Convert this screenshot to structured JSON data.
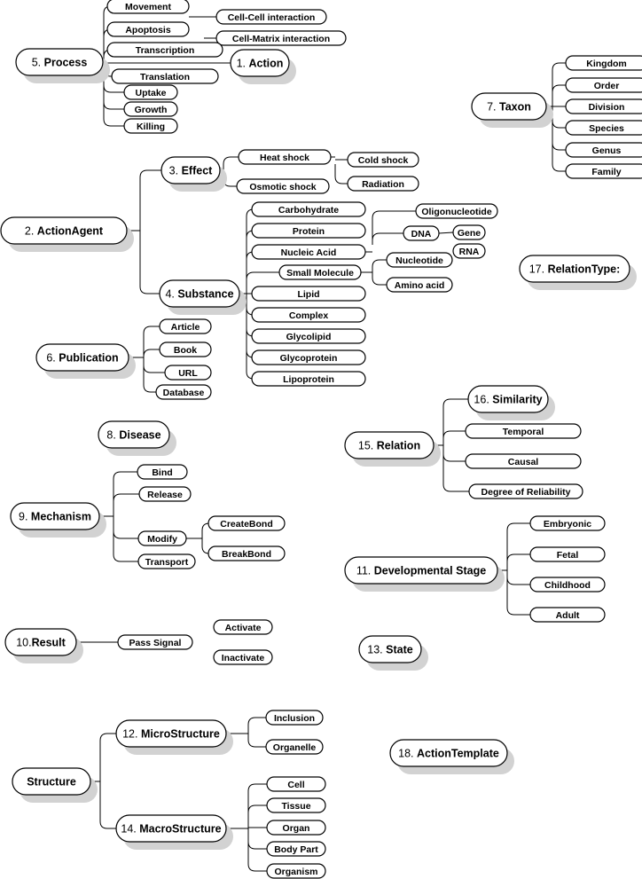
{
  "nodes": {
    "process": {
      "num": "5.",
      "text": "Process"
    },
    "action": {
      "num": "1.",
      "text": "Action"
    },
    "taxon": {
      "num": "7.",
      "text": "Taxon"
    },
    "action_agent": {
      "num": "2.",
      "text": "ActionAgent"
    },
    "effect": {
      "num": "3.",
      "text": "Effect"
    },
    "substance": {
      "num": "4.",
      "text": "Substance"
    },
    "relation_type": {
      "num": "17.",
      "text": "RelationType:"
    },
    "publication": {
      "num": "6.",
      "text": "Publication"
    },
    "disease": {
      "num": "8.",
      "text": "Disease"
    },
    "similarity": {
      "num": "16.",
      "text": "Similarity"
    },
    "relation": {
      "num": "15.",
      "text": "Relation"
    },
    "mechanism": {
      "num": "9.",
      "text": "Mechanism"
    },
    "dev_stage": {
      "num": "11.",
      "text": "Developmental Stage"
    },
    "result": {
      "num": "10.",
      "text": "Result"
    },
    "state": {
      "num": "13.",
      "text": "State"
    },
    "microstructure": {
      "num": "12.",
      "text": "MicroStructure"
    },
    "action_template": {
      "num": "18.",
      "text": "ActionTemplate"
    },
    "structure": {
      "num": "",
      "text": "Structure"
    },
    "macrostructure": {
      "num": "14.",
      "text": "MacroStructure"
    }
  },
  "leaves": {
    "movement": "Movement",
    "cell_cell": "Cell-Cell interaction",
    "apoptosis": "Apoptosis",
    "cell_matrix": "Cell-Matrix interaction",
    "transcription": "Transcription",
    "translation": "Translation",
    "uptake": "Uptake",
    "growth": "Growth",
    "killing": "Killing",
    "kingdom": "Kingdom",
    "order": "Order",
    "division": "Division",
    "species": "Species",
    "genus": "Genus",
    "family": "Family",
    "heat_shock": "Heat shock",
    "osmotic_shock": "Osmotic shock",
    "cold_shock": "Cold shock",
    "radiation": "Radiation",
    "carbohydrate": "Carbohydrate",
    "protein": "Protein",
    "nucleic_acid": "Nucleic Acid",
    "small_molecule": "Small Molecule",
    "lipid": "Lipid",
    "complex": "Complex",
    "glycolipid": "Glycolipid",
    "glycoprotein": "Glycoprotein",
    "lipoprotein": "Lipoprotein",
    "oligonucleotide": "Oligonucleotide",
    "dna": "DNA",
    "gene": "Gene",
    "rna": "RNA",
    "nucleotide": "Nucleotide",
    "amino_acid": "Amino acid",
    "article": "Article",
    "book": "Book",
    "url": "URL",
    "database": "Database",
    "temporal": "Temporal",
    "causal": "Causal",
    "degree_reliability": "Degree of Reliability",
    "bind": "Bind",
    "release": "Release",
    "modify": "Modify",
    "transport": "Transport",
    "create_bond": "CreateBond",
    "break_bond": "BreakBond",
    "embryonic": "Embryonic",
    "fetal": "Fetal",
    "childhood": "Childhood",
    "adult": "Adult",
    "pass_signal": "Pass Signal",
    "activate": "Activate",
    "inactivate": "Inactivate",
    "inclusion": "Inclusion",
    "organelle": "Organelle",
    "cell": "Cell",
    "tissue": "Tissue",
    "organ": "Organ",
    "body_part": "Body Part",
    "organism": "Organism"
  }
}
